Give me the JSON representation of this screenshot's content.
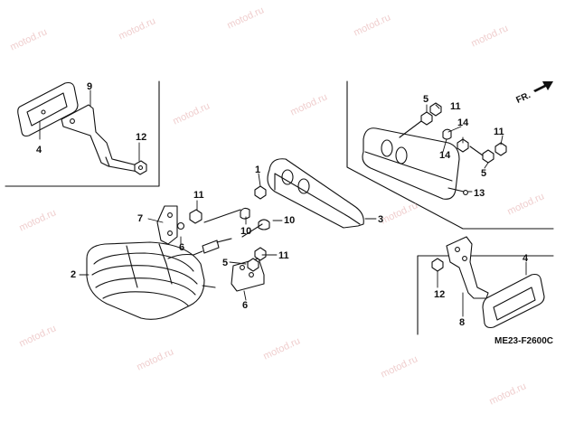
{
  "diagram": {
    "diagram_code": "ME23-F2600C",
    "direction_marker": {
      "text": "FR.",
      "icon": "arrow-icon"
    },
    "watermark": "motod.ru",
    "callouts": [
      "1",
      "2",
      "3",
      "4",
      "4",
      "5",
      "5",
      "5",
      "6",
      "6",
      "7",
      "8",
      "9",
      "10",
      "10",
      "11",
      "11",
      "11",
      "11",
      "12",
      "12",
      "13",
      "14",
      "14"
    ]
  },
  "colors": {
    "line": "#111111",
    "fill": "#ffffff",
    "watermark": "#e3a6a6"
  }
}
